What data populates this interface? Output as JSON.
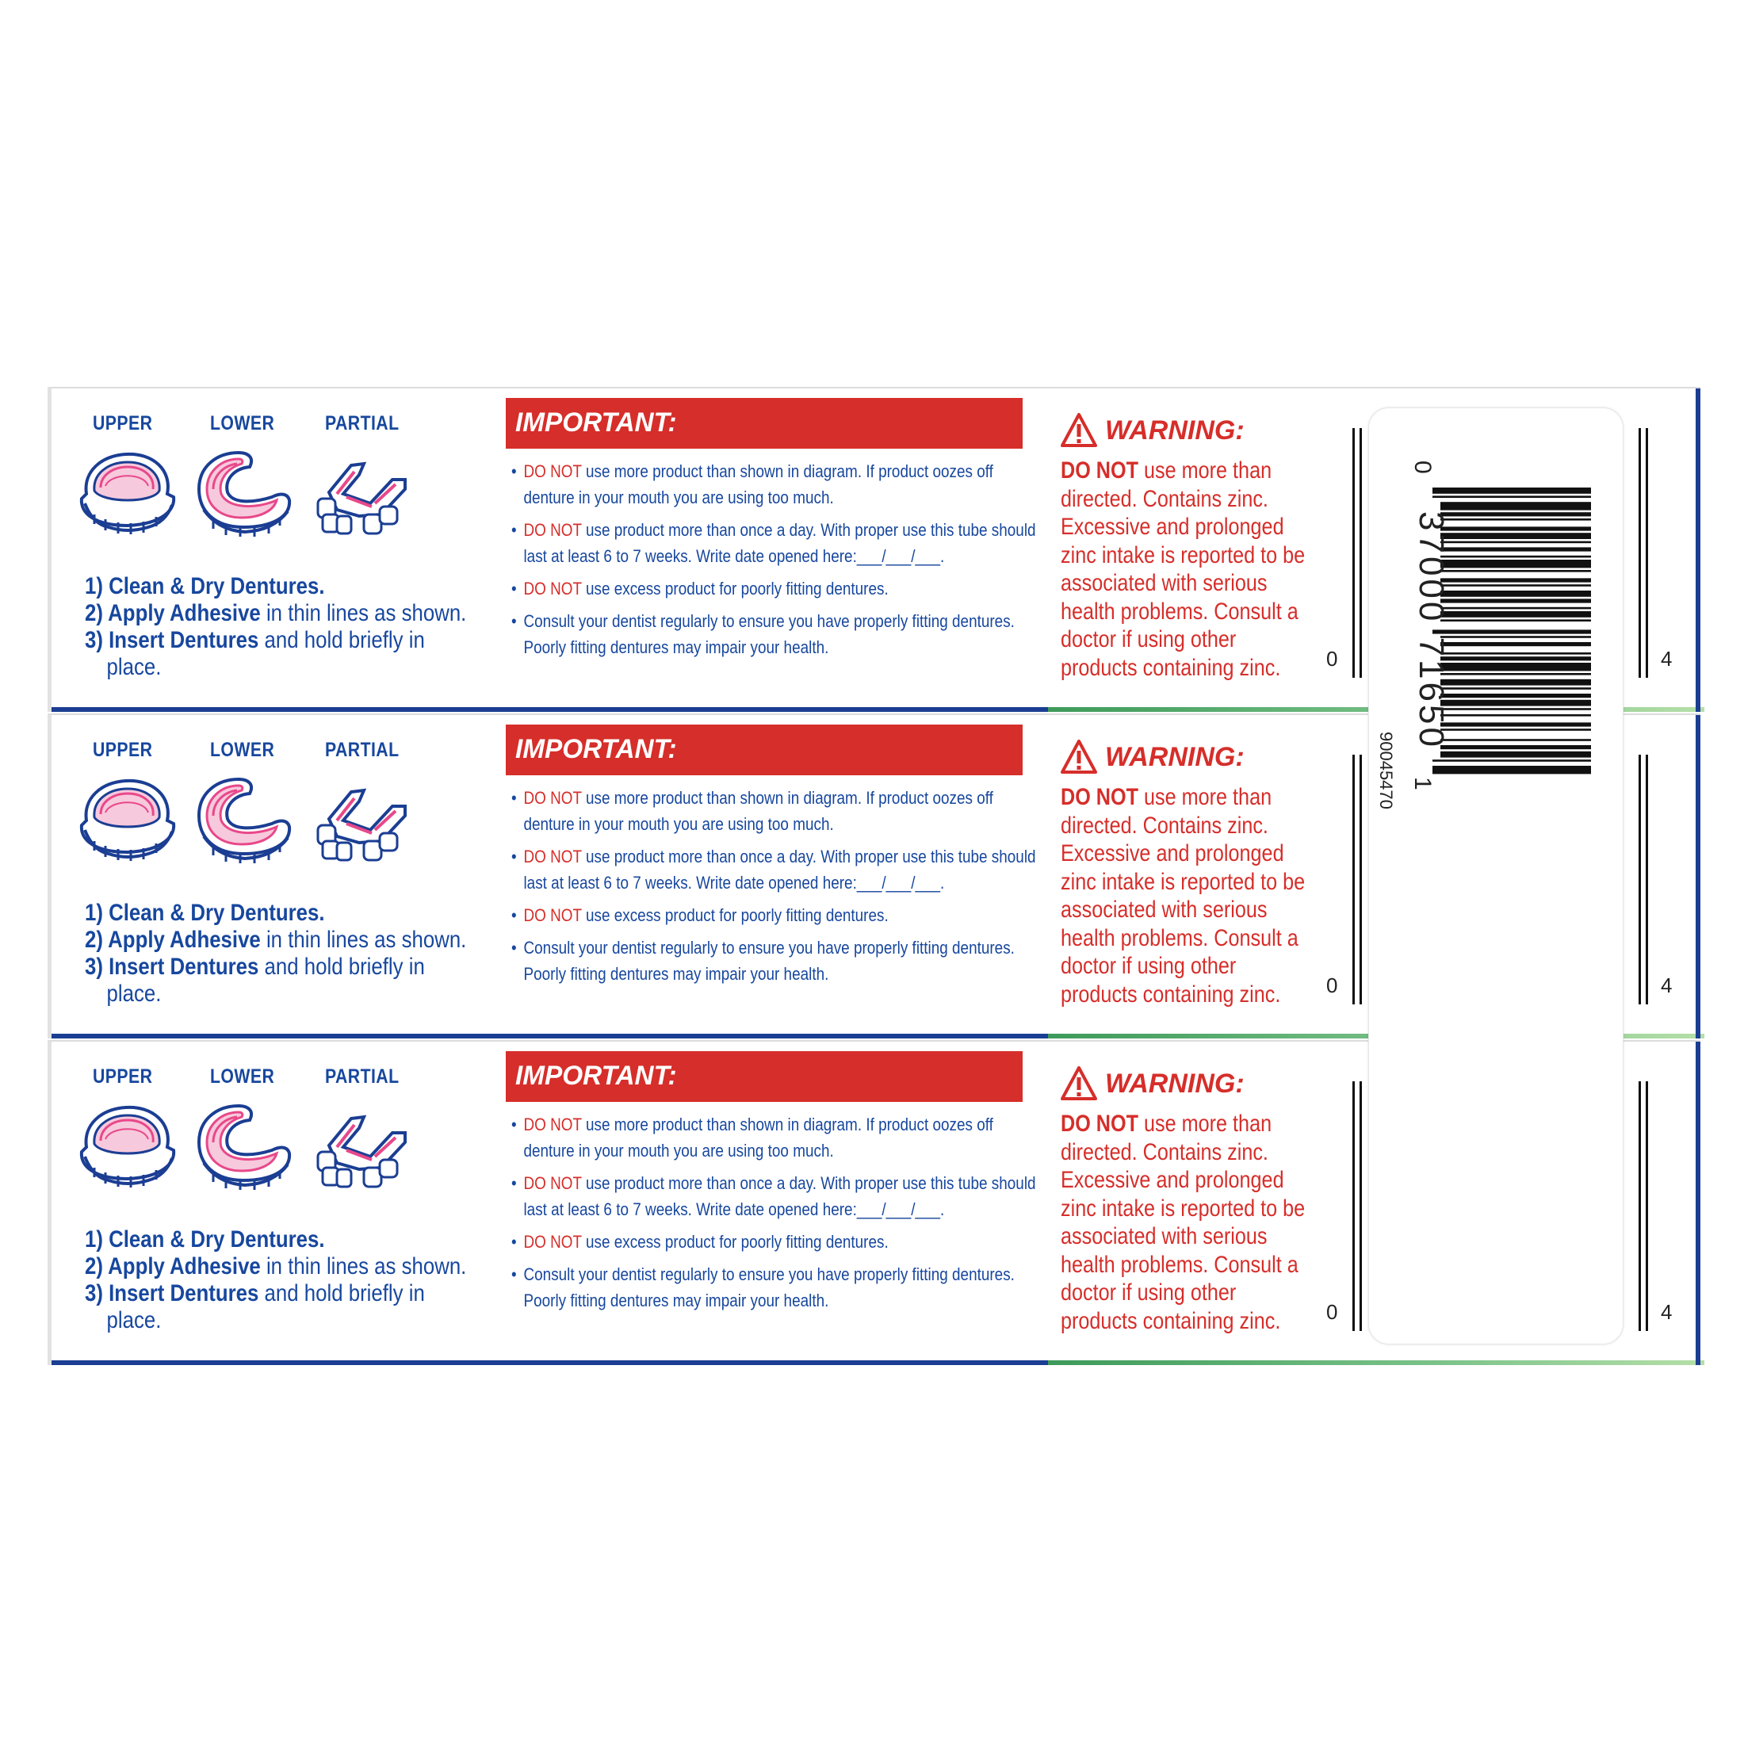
{
  "panels": [
    {
      "types": [
        "UPPER",
        "LOWER",
        "PARTIAL"
      ],
      "steps": [
        {
          "num": "1)",
          "bold": "Clean & Dry Dentures.",
          "rest": ""
        },
        {
          "num": "2)",
          "bold": "Apply Adhesive",
          "rest": " in thin lines as shown."
        },
        {
          "num": "3)",
          "bold": "Insert Dentures",
          "rest": " and hold briefly in"
        }
      ],
      "step3_cont": "place.",
      "important_title": "IMPORTANT:",
      "bullets": [
        {
          "red": "DO NOT",
          "text": " use more product than shown in diagram. If product oozes off denture in your mouth you are using too much."
        },
        {
          "red": "DO NOT",
          "text": " use product more than once a day. With proper use this tube should last at least 6 to 7 weeks. Write date opened here:___/___/___."
        },
        {
          "red": "DO NOT",
          "text": " use excess product for poorly fitting dentures."
        },
        {
          "red": "",
          "text": "Consult your dentist regularly to ensure you have properly fitting dentures. Poorly fitting dentures may impair your health."
        }
      ],
      "warning_title": "WARNING:",
      "warning_bold": "DO NOT",
      "warning_lines": [
        " use more than",
        "directed. Contains zinc.",
        "Excessive and prolonged",
        "zinc intake is reported to be",
        "associated with serious",
        "health problems. Consult a",
        "doctor if using other",
        "products containing zinc."
      ],
      "left_digit": "0",
      "right_digit": "4"
    },
    {
      "types": [
        "UPPER",
        "LOWER",
        "PARTIAL"
      ],
      "steps": [
        {
          "num": "1)",
          "bold": "Clean & Dry Dentures.",
          "rest": ""
        },
        {
          "num": "2)",
          "bold": "Apply Adhesive",
          "rest": " in thin lines as shown."
        },
        {
          "num": "3)",
          "bold": "Insert Dentures",
          "rest": " and hold briefly in"
        }
      ],
      "step3_cont": "place.",
      "important_title": "IMPORTANT:",
      "bullets": [
        {
          "red": "DO NOT",
          "text": " use more product than shown in diagram. If product oozes off denture in your mouth you are using too much."
        },
        {
          "red": "DO NOT",
          "text": " use product more than once a day. With proper use this tube should last at least 6 to 7 weeks. Write date opened here:___/___/___."
        },
        {
          "red": "DO NOT",
          "text": " use excess product for poorly fitting dentures."
        },
        {
          "red": "",
          "text": "Consult your dentist regularly to ensure you have properly fitting dentures. Poorly fitting dentures may impair your health."
        }
      ],
      "warning_title": "WARNING:",
      "warning_bold": "DO NOT",
      "warning_lines": [
        " use more than",
        "directed. Contains zinc.",
        "Excessive and prolonged",
        "zinc intake is reported to be",
        "associated with serious",
        "health problems. Consult a",
        "doctor if using other",
        "products containing zinc."
      ],
      "left_digit": "0",
      "right_digit": "4"
    },
    {
      "types": [
        "UPPER",
        "LOWER",
        "PARTIAL"
      ],
      "steps": [
        {
          "num": "1)",
          "bold": "Clean & Dry Dentures.",
          "rest": ""
        },
        {
          "num": "2)",
          "bold": "Apply Adhesive",
          "rest": " in thin lines as shown."
        },
        {
          "num": "3)",
          "bold": "Insert Dentures",
          "rest": " and hold briefly in"
        }
      ],
      "step3_cont": "place.",
      "important_title": "IMPORTANT:",
      "bullets": [
        {
          "red": "DO NOT",
          "text": " use more product than shown in diagram. If product oozes off denture in your mouth you are using too much."
        },
        {
          "red": "DO NOT",
          "text": " use product more than once a day. With proper use this tube should last at least 6 to 7 weeks. Write date opened here:___/___/___."
        },
        {
          "red": "DO NOT",
          "text": " use excess product for poorly fitting dentures."
        },
        {
          "red": "",
          "text": "Consult your dentist regularly to ensure you have properly fitting dentures. Poorly fitting dentures may impair your health."
        }
      ],
      "warning_title": "WARNING:",
      "warning_bold": "DO NOT",
      "warning_lines": [
        " use more than",
        "directed. Contains zinc.",
        "Excessive and prolonged",
        "zinc intake is reported to be",
        "associated with serious",
        "health problems. Consult a",
        "doctor if using other",
        "products containing zinc."
      ],
      "left_digit": "0",
      "right_digit": "4"
    }
  ],
  "barcode": {
    "lead_digit": "0",
    "main_digits": "37000 71650",
    "check_digit": "1",
    "code_number": "90045470"
  },
  "colors": {
    "brand_blue": "#17479e",
    "warning_red": "#d62e2a",
    "denture_pink": "#e8488a"
  },
  "icons": [
    "upper-denture-icon",
    "lower-denture-icon",
    "partial-denture-icon",
    "warning-triangle-icon",
    "barcode"
  ]
}
